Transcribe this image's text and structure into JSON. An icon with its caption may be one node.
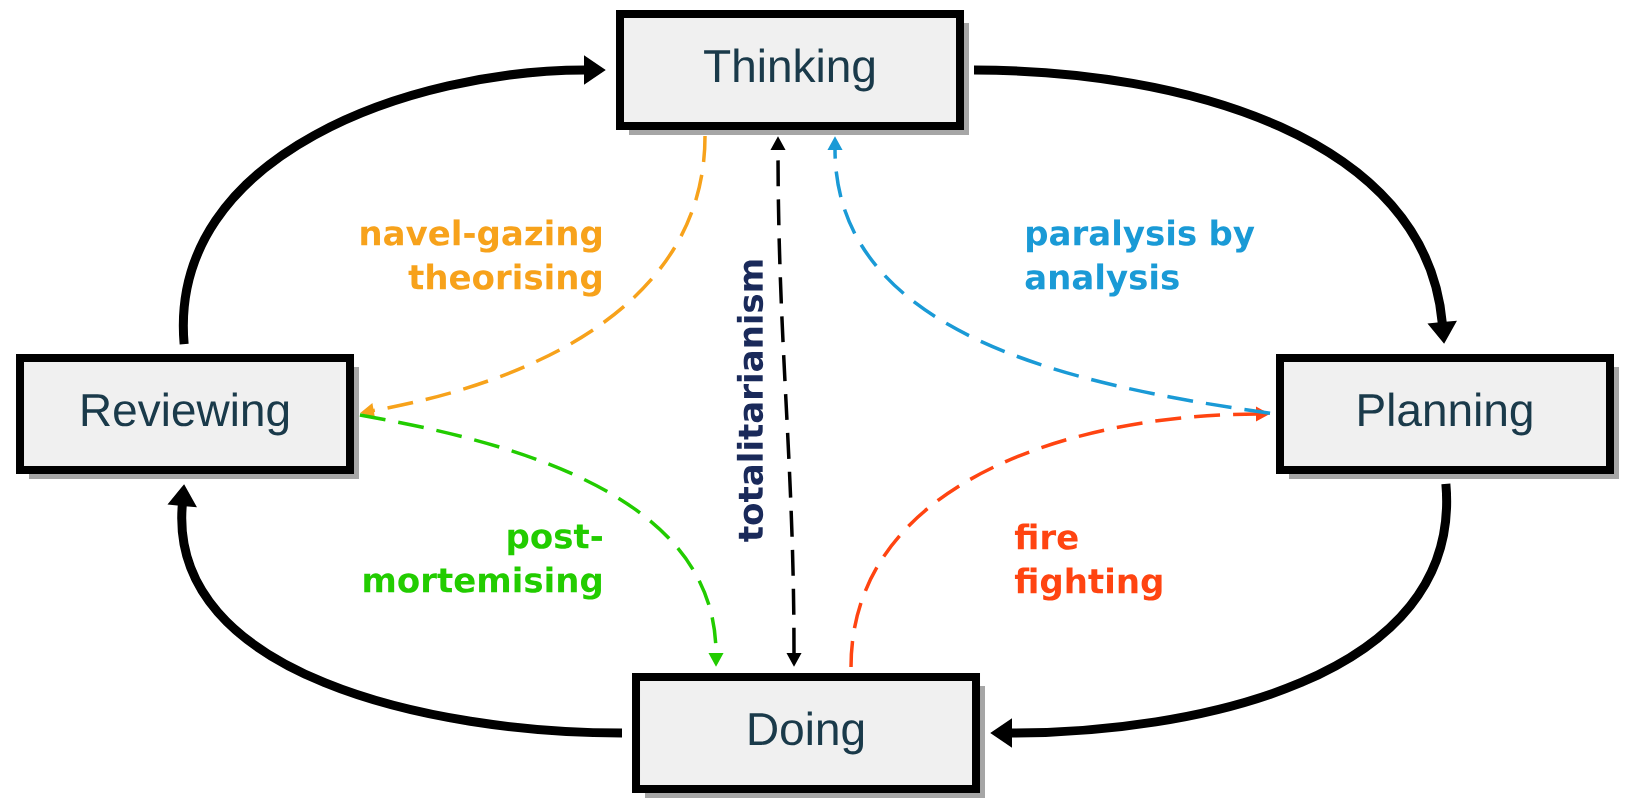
{
  "diagram": {
    "nodes": [
      {
        "text": [
          "Thinking"
        ]
      },
      {
        "text": [
          "Planning"
        ]
      },
      {
        "text": [
          "Doing"
        ]
      },
      {
        "text": [
          "Reviewing"
        ]
      }
    ],
    "edges": [
      {
        "from": 0,
        "to": 1,
        "arrow": "to",
        "style": "thick"
      },
      {
        "from": 1,
        "to": 2,
        "arrow": "to",
        "style": "thick"
      },
      {
        "from": 2,
        "to": 3,
        "arrow": "to",
        "style": "thick"
      },
      {
        "from": 3,
        "to": 0,
        "arrow": "to",
        "style": "thick"
      },
      {
        "from": 0,
        "to": 3,
        "arrow": "to",
        "style": "dashed",
        "color": "#f7a21b",
        "label": "navel-gazing theorising"
      },
      {
        "from": 3,
        "to": 2,
        "arrow": "to",
        "style": "dashed",
        "color": "#22cc00",
        "label": "post-mortemising"
      },
      {
        "from": 2,
        "to": 1,
        "arrow": "to",
        "style": "dashed",
        "color": "#ff4411",
        "label": "fire fighting"
      },
      {
        "from": 1,
        "to": 0,
        "arrow": "to",
        "style": "dashed",
        "color": "#1a9ad6",
        "label": "paralysis by analysis"
      },
      {
        "from": 2,
        "to": 0,
        "arrow": "both",
        "style": "dashed",
        "label": "totalitarianism"
      }
    ]
  }
}
